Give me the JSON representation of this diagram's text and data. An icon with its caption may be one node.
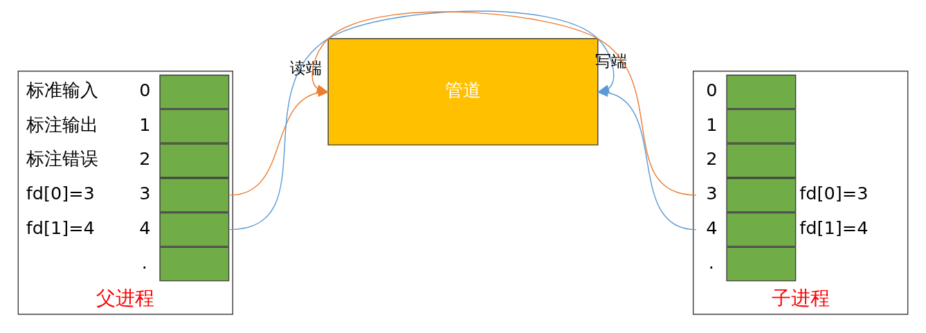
{
  "diagram": {
    "nodes": [
      {
        "text": [
          "父进程"
        ]
      },
      {
        "text": [],
        "shape": "box",
        "in": 0,
        "beside": [
          "标准输入",
          "0"
        ]
      },
      {
        "text": [],
        "shape": "box",
        "in": 0,
        "beside": [
          "标注输出",
          "1"
        ]
      },
      {
        "text": [],
        "shape": "box",
        "in": 0,
        "beside": [
          "标注错误",
          "2"
        ]
      },
      {
        "text": [],
        "shape": "box",
        "in": 0,
        "beside": [
          "fd[0]=3",
          "3"
        ]
      },
      {
        "text": [],
        "shape": "box",
        "in": 0,
        "beside": [
          "fd[1]=4",
          "4"
        ]
      },
      {
        "text": [],
        "shape": "box",
        "in": 0,
        "beside": [
          "."
        ]
      },
      {
        "text": [
          "管道"
        ]
      },
      {
        "text": [
          "子进程"
        ]
      },
      {
        "text": [],
        "shape": "box",
        "in": 8,
        "beside": [
          "0"
        ]
      },
      {
        "text": [],
        "shape": "box",
        "in": 8,
        "beside": [
          "1"
        ]
      },
      {
        "text": [],
        "shape": "box",
        "in": 8,
        "beside": [
          "2"
        ]
      },
      {
        "text": [],
        "shape": "box",
        "in": 8,
        "beside": [
          "3",
          "fd[0]=3"
        ]
      },
      {
        "text": [],
        "shape": "box",
        "in": 8,
        "beside": [
          "4",
          "fd[1]=4"
        ]
      },
      {
        "text": [],
        "shape": "box",
        "in": 8,
        "beside": [
          "."
        ]
      }
    ],
    "edges": [
      {
        "from": 4,
        "to": 7,
        "arrow": "to",
        "label": "读端",
        "color": "#ed7d31"
      },
      {
        "from": 12,
        "to": 7,
        "arrow": "to",
        "color": "#ed7d31"
      },
      {
        "from": 5,
        "to": 7,
        "arrow": "to",
        "label": "写端",
        "color": "#5b9bd5"
      },
      {
        "from": 13,
        "to": 7,
        "arrow": "to",
        "color": "#5b9bd5"
      }
    ]
  }
}
